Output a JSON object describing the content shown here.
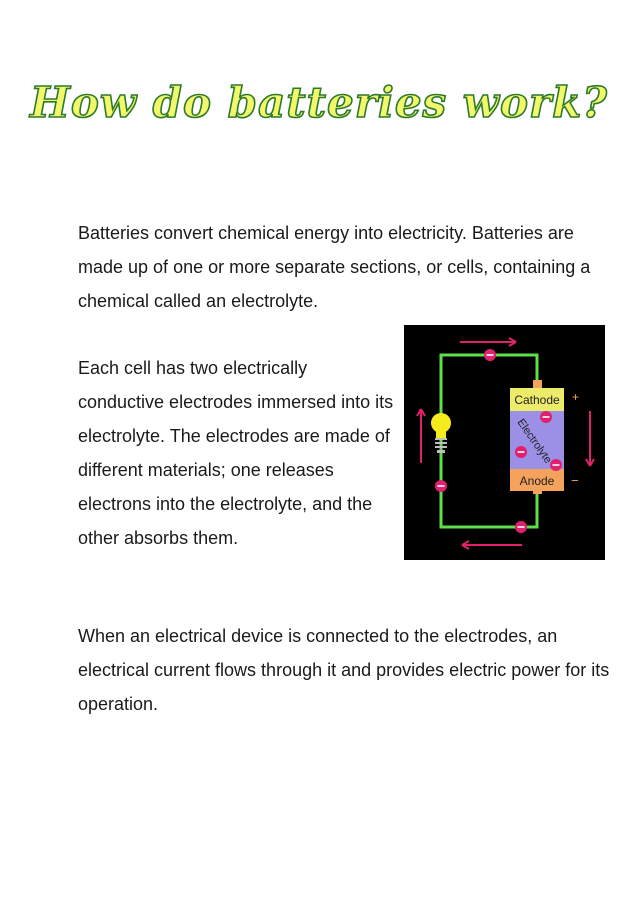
{
  "title": "How do batteries work?",
  "paragraphs": [
    "Batteries convert chemical energy into electricity. Batteries are made up of one or more separate sections, or cells, containing a chemical called an electrolyte.",
    "Each cell has two electrically conductive electrodes immersed into its electrolyte. The electrodes are made of different materials; one releases electrons into the electrolyte, and the other absorbs them.",
    "When an electrical device is connected to the electrodes, an electrical current flows through it and provides electric power for its operation."
  ],
  "diagram": {
    "cathode_label": "Cathode",
    "anode_label": "Anode",
    "electrolyte_label": "Electrolyte",
    "plus_sign": "+",
    "minus_sign": "−",
    "colors": {
      "background": "#000000",
      "wire": "#5ee04a",
      "cathode": "#ecec6a",
      "electrolyte": "#9b8fe6",
      "anode": "#f5a35c",
      "electron": "#e0226e",
      "arrow": "#e0226e",
      "bulb": "#f6ec1c"
    }
  }
}
